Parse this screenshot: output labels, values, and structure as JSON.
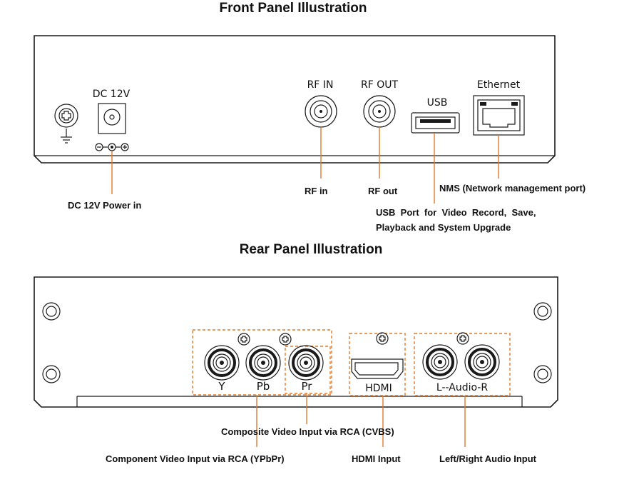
{
  "front": {
    "title": "Front Panel Illustration",
    "labels": {
      "dc": "DC 12V",
      "rf_in": "RF IN",
      "rf_out": "RF OUT",
      "usb": "USB",
      "ethernet": "Ethernet"
    },
    "callouts": {
      "power": "DC 12V Power in",
      "rf_in": "RF in",
      "rf_out": "RF out",
      "nms": "NMS (Network management port)",
      "usb_line1": "USB  Port  for  Video  Record,  Save,",
      "usb_line2": "Playback and System Upgrade"
    }
  },
  "rear": {
    "title": "Rear Panel Illustration",
    "labels": {
      "y": "Y",
      "pb": "Pb",
      "pr": "Pr",
      "hdmi": "HDMI",
      "audio": "L--Audio-R"
    },
    "callouts": {
      "composite": "Composite Video Input via RCA (CVBS)",
      "component": "Component Video Input via RCA (YPbPr)",
      "hdmi": "HDMI Input",
      "audio": "Left/Right Audio Input"
    }
  },
  "colors": {
    "leader": "#e07a2a",
    "outline": "#1a1a1a"
  }
}
